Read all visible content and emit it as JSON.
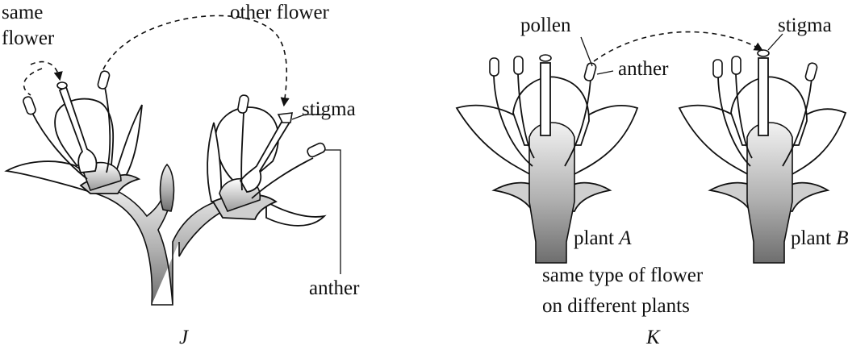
{
  "diagram_j": {
    "labels": {
      "same_flower_1": "same",
      "same_flower_2": "flower",
      "other_flower": "other flower",
      "stigma": "stigma",
      "anther": "anther",
      "caption": "J"
    }
  },
  "diagram_k": {
    "labels": {
      "pollen": "pollen",
      "anther": "anther",
      "stigma": "stigma",
      "plant_a_prefix": "plant ",
      "plant_a_letter": "A",
      "plant_b_prefix": "plant ",
      "plant_b_letter": "B",
      "description_1": "same type of flower",
      "description_2": "on different plants",
      "caption": "K"
    }
  },
  "colors": {
    "ink": "#111111",
    "stem_dark": "#7a7a7a",
    "stem_light": "#f2f2f2",
    "petal_shadow": "#cfcfcf"
  }
}
